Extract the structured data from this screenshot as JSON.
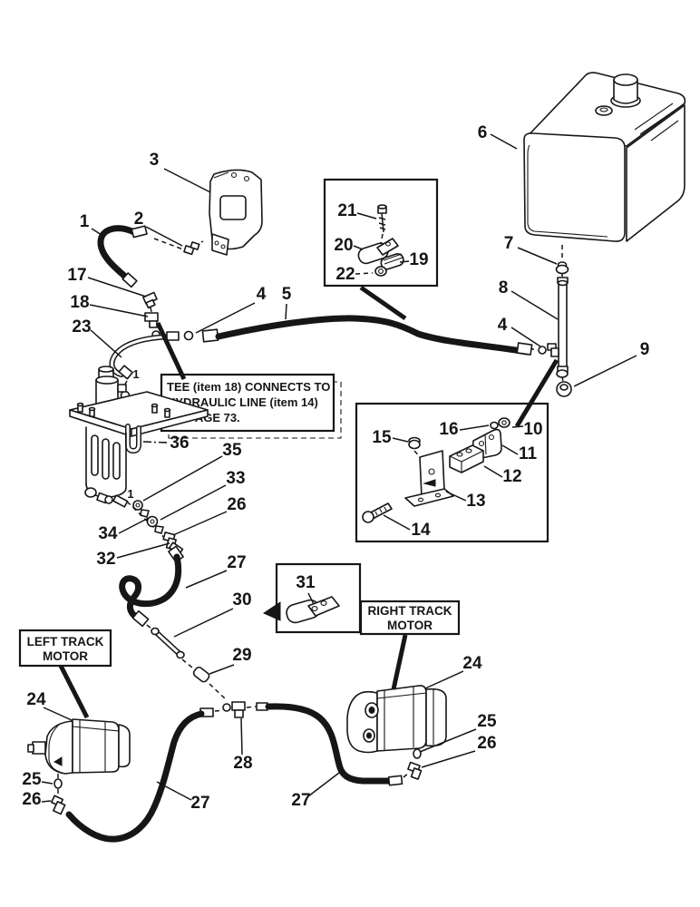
{
  "page": {
    "background": "#ffffff",
    "ink": "#161616"
  },
  "note_box": {
    "line1": "TEE (item 18) CONNECTS TO",
    "line2": "HYDRAULIC LINE (item 14)",
    "line3": "ON PAGE 73."
  },
  "labels": {
    "left_track_motor": {
      "line1": "LEFT TRACK",
      "line2": "MOTOR"
    },
    "right_track_motor": {
      "line1": "RIGHT TRACK",
      "line2": "MOTOR"
    }
  },
  "callouts": {
    "c1": "1",
    "c2": "2",
    "c3": "3",
    "c4a": "4",
    "c4b": "4",
    "c5": "5",
    "c6": "6",
    "c7": "7",
    "c8": "8",
    "c9": "9",
    "c10": "10",
    "c11": "11",
    "c12": "12",
    "c13": "13",
    "c14": "14",
    "c15": "15",
    "c16": "16",
    "c17": "17",
    "c18": "18",
    "c19": "19",
    "c20": "20",
    "c21": "21",
    "c22": "22",
    "c23": "23",
    "c24_left": "24",
    "c24_right": "24",
    "c25_left": "25",
    "c25_right": "25",
    "c26_chain": "26",
    "c26_left": "26",
    "c26_right": "26",
    "c27_pump": "27",
    "c27_left": "27",
    "c27_right": "27",
    "c28": "28",
    "c29": "29",
    "c30": "30",
    "c31": "31",
    "c32": "32",
    "c33": "33",
    "c34": "34",
    "c35": "35",
    "c36": "36",
    "small_1_tube": "1",
    "small_1_pump": "1"
  }
}
